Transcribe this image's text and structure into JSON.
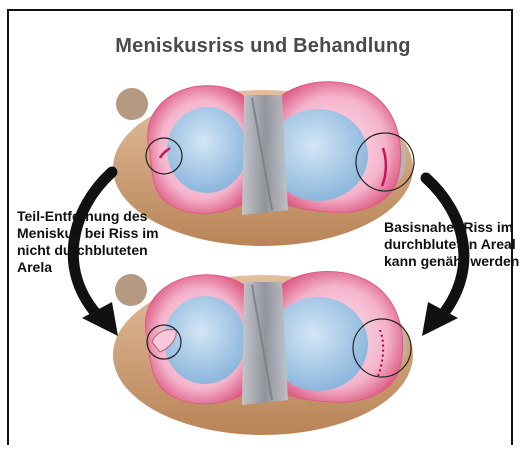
{
  "title": "Meniskusriss und Behandlung",
  "labels": {
    "left": [
      "Teil-Entfernung des",
      "Meniskus bei Riss im",
      "nicht durchbluteten",
      "Arela"
    ],
    "right": [
      "Basisnaher Riss im",
      "durchbluteten Areal",
      "kann genäht werden"
    ]
  },
  "colors": {
    "meniscus_pink": "#ef9fbd",
    "meniscus_rim": "#dd5c84",
    "cartilage_blue": "#a9cbe8",
    "bone_tan": "#cfa27a",
    "ligament_gray": "#9ea4ab",
    "arrow": "#111111"
  }
}
